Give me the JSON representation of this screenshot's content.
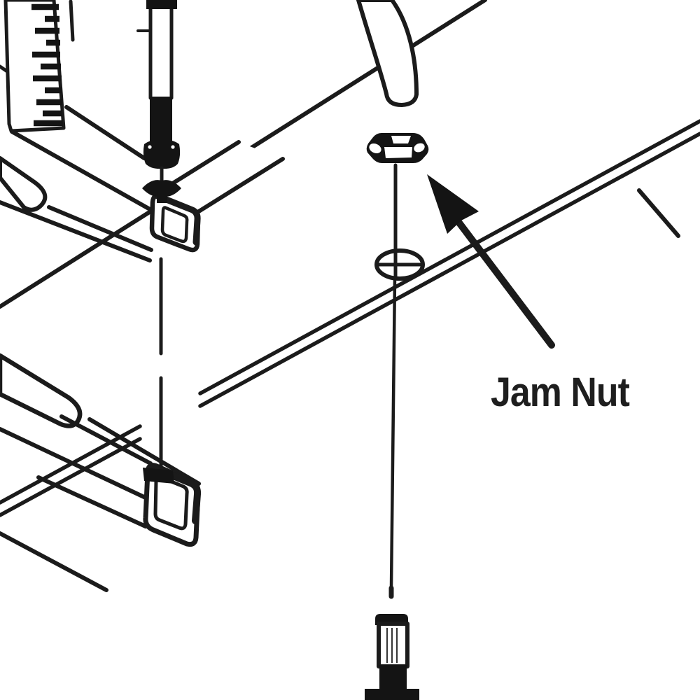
{
  "diagram": {
    "kind": "exploded-assembly-technical-drawing",
    "background_color": "#ffffff",
    "ink_color": "#1b1b1b",
    "callout": {
      "label": "Jam Nut",
      "label_color": "#1e1e1e",
      "points_to": "jam-nut"
    },
    "components": [
      "ruler-scale",
      "threaded-rod",
      "rod-nut",
      "spring-washer",
      "upper-square-tube",
      "curved-tube",
      "jam-nut",
      "flat-washer",
      "mounting-plate",
      "lower-square-tube",
      "long-flat-bar",
      "frame-rail-lines",
      "bottom-bolt"
    ]
  }
}
